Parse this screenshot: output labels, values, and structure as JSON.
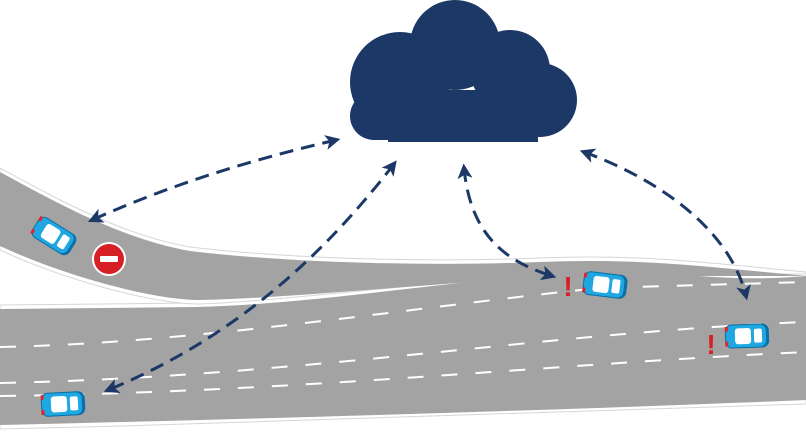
{
  "diagram": {
    "colors": {
      "road": "#a3a3a3",
      "road_edge": "#ffffff",
      "lane_marking": "#ffffff",
      "cloud": "#1b3866",
      "link_arrow": "#1b3866",
      "car_body": "#1ea7e1",
      "car_body_dark": "#0b6ea6",
      "car_glass": "#ffffff",
      "car_tail": "#e3222b",
      "warning": "#d71f26",
      "no_entry_sign": "#d71f26"
    },
    "cloud": {
      "icon": "cloud-icon"
    },
    "links": [
      {
        "name": "cloud-link-car-on-ramp",
        "from": "cloud",
        "to": "car-on-ramp",
        "style": "dashed",
        "heads": "both"
      },
      {
        "name": "cloud-link-car-bottom-left",
        "from": "cloud",
        "to": "car-bottom-left",
        "style": "dashed",
        "heads": "both"
      },
      {
        "name": "cloud-link-car-center-warning",
        "from": "cloud",
        "to": "car-center-warning",
        "style": "dashed",
        "heads": "both"
      },
      {
        "name": "cloud-link-car-right-warning",
        "from": "cloud",
        "to": "car-right-warning",
        "style": "dashed",
        "heads": "both"
      }
    ],
    "vehicles": [
      {
        "name": "car-on-ramp",
        "icon": "car-icon",
        "warning": false
      },
      {
        "name": "car-bottom-left",
        "icon": "car-icon",
        "warning": false
      },
      {
        "name": "car-center-warning",
        "icon": "car-icon",
        "warning": true
      },
      {
        "name": "car-right-warning",
        "icon": "car-icon",
        "warning": true
      }
    ],
    "signs": [
      {
        "name": "no-entry-sign",
        "icon": "no-entry-icon"
      }
    ],
    "warning_glyph": "!"
  }
}
